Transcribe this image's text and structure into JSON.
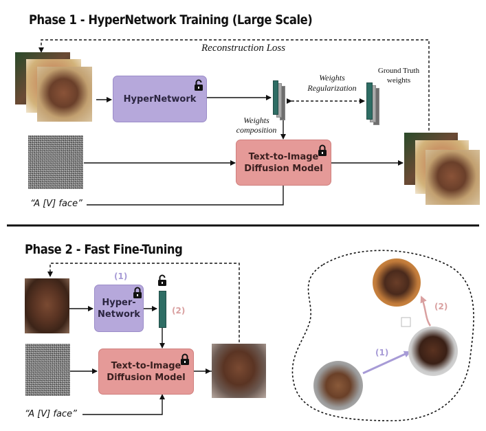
{
  "phase1": {
    "title": "Phase 1 - HyperNetwork Training (Large Scale)",
    "reconstruction_loss": "Reconstruction Loss",
    "hypernetwork_label": "HyperNetwork",
    "weights_regularization_1": "Weights",
    "weights_regularization_2": "Regularization",
    "ground_truth_1": "Ground Truth",
    "ground_truth_2": "weights",
    "weights_composition_1": "Weights",
    "weights_composition_2": "composition",
    "diffusion_line1": "Text-to-Image",
    "diffusion_line2": "Diffusion Model",
    "prompt": "“A [V] face”"
  },
  "phase2": {
    "title": "Phase 2 - Fast Fine-Tuning",
    "hypernetwork_line1": "Hyper-",
    "hypernetwork_line2": "Network",
    "step1": "(1)",
    "step2": "(2)",
    "diffusion_line1": "Text-to-Image",
    "diffusion_line2": "Diffusion Model",
    "prompt": "“A [V] face”",
    "space_step1": "(1)",
    "space_step2": "(2)"
  },
  "colors": {
    "hyper": "#b6a8db",
    "diffusion": "#e59a98",
    "weight_teal": "#2e6d64",
    "step1": "#a79bd6",
    "step2": "#d9a0a0"
  },
  "icons": [
    "lock-icon",
    "unlock-icon",
    "weights-stack-icon"
  ]
}
